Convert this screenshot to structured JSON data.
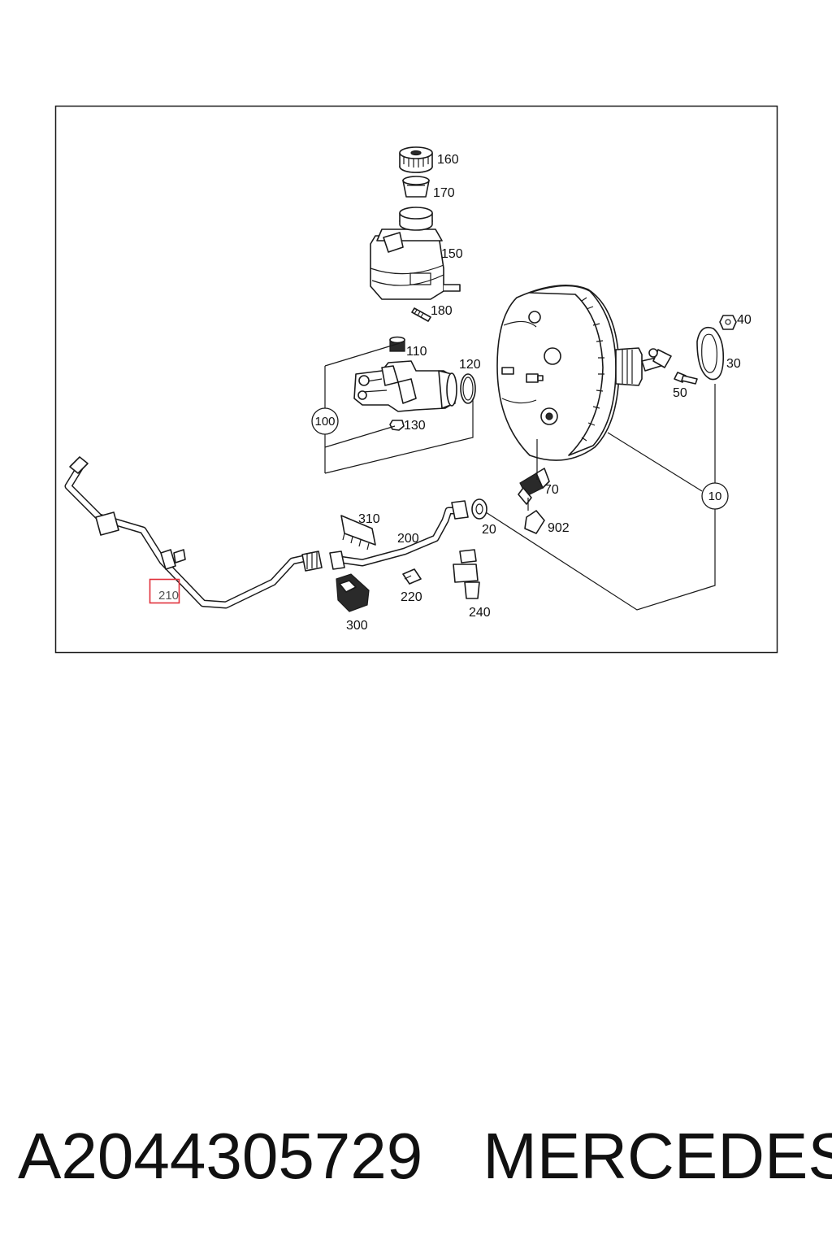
{
  "diagram": {
    "callouts": {
      "c160": "160",
      "c170": "170",
      "c150": "150",
      "c180": "180",
      "c110": "110",
      "c120": "120",
      "c100": "100",
      "c130": "130",
      "c40": "40",
      "c30": "30",
      "c50": "50",
      "c10": "10",
      "c70": "70",
      "c902": "902",
      "c20": "20",
      "c310": "310",
      "c200": "200",
      "c220": "220",
      "c240": "240",
      "c300": "300",
      "c210": "210"
    },
    "highlighted_callout": "210",
    "highlight_color": "#e0303a"
  },
  "caption": {
    "part_number": "A2044305729",
    "brand": "MERCEDES"
  }
}
